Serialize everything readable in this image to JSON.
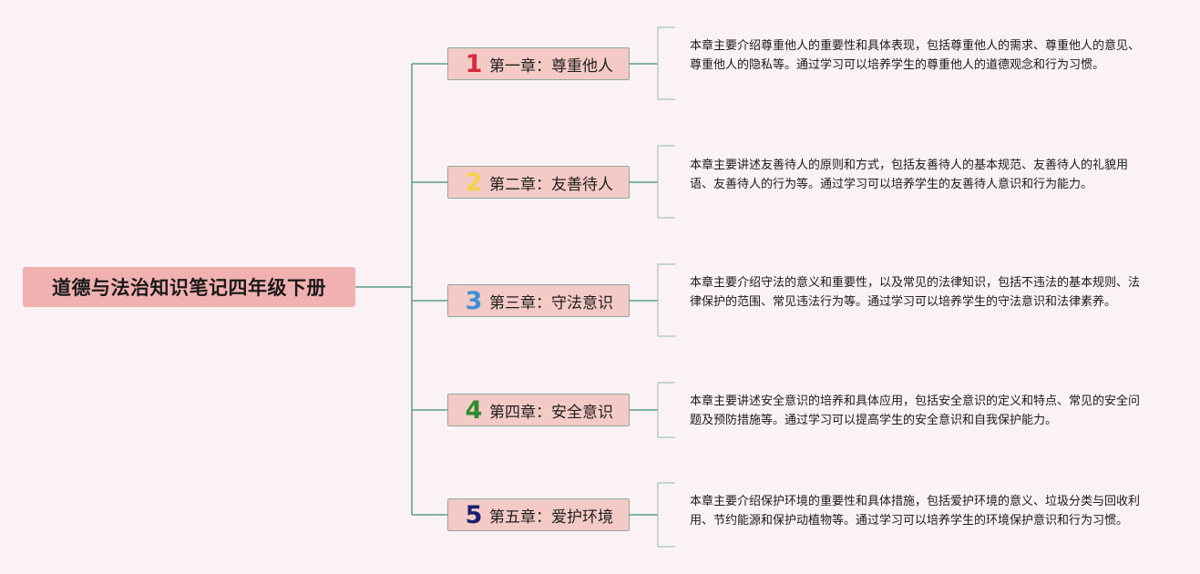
{
  "root": {
    "title": "道德与法治知识笔记四年级下册"
  },
  "chapters": [
    {
      "number": "1",
      "number_color": "#d62a3c",
      "title": "第一章：尊重他人",
      "description": "本章主要介绍尊重他人的重要性和具体表现，包括尊重他人的需求、尊重他人的意见、尊重他人的隐私等。通过学习可以培养学生的尊重他人的道德观念和行为习惯。"
    },
    {
      "number": "2",
      "number_color": "#f4d24a",
      "title": "第二章：友善待人",
      "description": "本章主要讲述友善待人的原则和方式，包括友善待人的基本规范、友善待人的礼貌用语、友善待人的行为等。通过学习可以培养学生的友善待人意识和行为能力。"
    },
    {
      "number": "3",
      "number_color": "#3a8fd6",
      "title": "第三章：守法意识",
      "description": "本章主要介绍守法的意义和重要性，以及常见的法律知识，包括不违法的基本规则、法律保护的范围、常见违法行为等。通过学习可以培养学生的守法意识和法律素养。"
    },
    {
      "number": "4",
      "number_color": "#2e8b2e",
      "title": "第四章：安全意识",
      "description": "本章主要讲述安全意识的培养和具体应用，包括安全意识的定义和特点、常见的安全问题及预防措施等。通过学习可以提高学生的安全意识和自我保护能力。"
    },
    {
      "number": "5",
      "number_color": "#1d1f6e",
      "title": "第五章：爱护环境",
      "description": "本章主要介绍保护环境的重要性和具体措施，包括爱护环境的意义、垃圾分类与回收利用、节约能源和保护动植物等。通过学习可以培养学生的环境保护意识和行为习惯。"
    }
  ],
  "colors": {
    "background": "#faf2f4",
    "root_fill": "#f2b1b1",
    "chapter_fill": "#f3cac5",
    "connector": "#5e9e8c",
    "bracket": "#a8c4bb"
  }
}
